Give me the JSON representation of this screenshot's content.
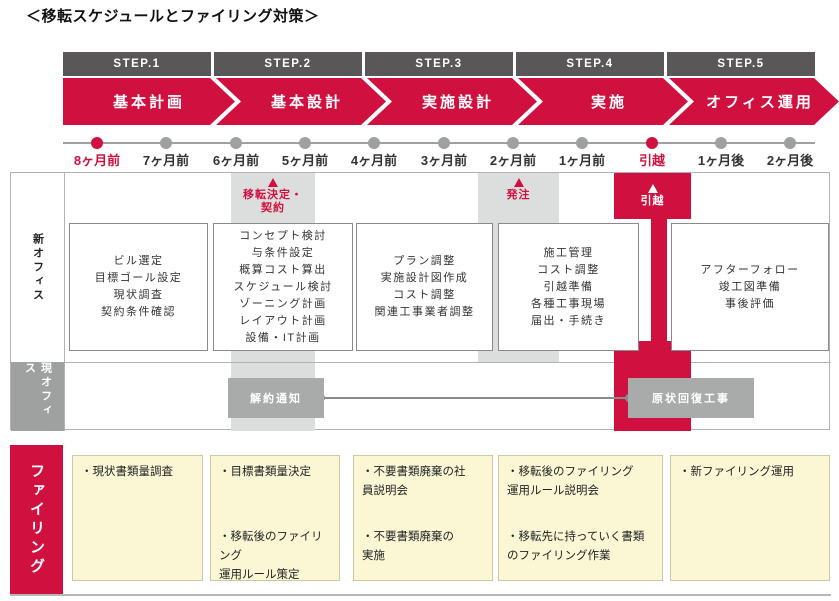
{
  "title": "＜移転スケジュールとファイリング対策＞",
  "steps": [
    {
      "step": "STEP.1",
      "phase": "基本計画"
    },
    {
      "step": "STEP.2",
      "phase": "基本設計"
    },
    {
      "step": "STEP.3",
      "phase": "実施設計"
    },
    {
      "step": "STEP.4",
      "phase": "実施"
    },
    {
      "step": "STEP.5",
      "phase": "オフィス運用"
    }
  ],
  "timeline": {
    "points": [
      {
        "label": "8ヶ月前",
        "highlight": true
      },
      {
        "label": "7ヶ月前",
        "highlight": false
      },
      {
        "label": "6ヶ月前",
        "highlight": false
      },
      {
        "label": "5ヶ月前",
        "highlight": false
      },
      {
        "label": "4ヶ月前",
        "highlight": false
      },
      {
        "label": "3ヶ月前",
        "highlight": false
      },
      {
        "label": "2ヶ月前",
        "highlight": false
      },
      {
        "label": "1ヶ月前",
        "highlight": false
      },
      {
        "label": "引越",
        "highlight": true
      },
      {
        "label": "1ヶ月後",
        "highlight": false
      },
      {
        "label": "2ヶ月後",
        "highlight": false
      }
    ]
  },
  "schedule": {
    "new_office": {
      "label": "新オフィス",
      "boxes": [
        {
          "text": "ビル選定\n目標ゴール設定\n現状調査\n契約条件確認"
        },
        {
          "text": "コンセプト検討\n与条件設定\n概算コスト算出\nスケジュール検討\nゾーニング計画\nレイアウト計画\n設備・IT計画"
        },
        {
          "text": "プラン調整\n実施設計図作成\nコスト調整\n関連工事業者調整"
        },
        {
          "text": "施工管理\nコスト調整\n引越準備\n各種工事現場\n届出・手続き"
        },
        {
          "text": "アフターフォロー\n竣工図準備\n事後評価"
        }
      ],
      "markers": [
        {
          "label": "移転決定・\n契約"
        },
        {
          "label": "発注"
        },
        {
          "label": "引越"
        }
      ]
    },
    "current_office": {
      "label": "現オフィス",
      "notice": "解約通知",
      "restoration": "原状回復工事"
    }
  },
  "filing": {
    "label": "ファイリング",
    "boxes": [
      {
        "items": [
          "・現状書類量調査",
          ""
        ]
      },
      {
        "items": [
          "・目標書類量決定",
          "・移転後のファイリング\n運用ルール策定"
        ]
      },
      {
        "items": [
          "・不要書類廃棄の社\n員説明会",
          "・不要書類廃棄の\n実施"
        ]
      },
      {
        "items": [
          "・移転後のファイリング\n運用ルール説明会",
          "・移転先に持っていく書類\nのファイリング作業"
        ]
      },
      {
        "items": [
          "・新ファイリング運用",
          ""
        ]
      }
    ]
  },
  "colors": {
    "accent_red": "#d0113f",
    "step_header_gray": "#595757",
    "band_gray": "#dcdddd",
    "box_gray": "#a9aaaa",
    "timeline_gray": "#9fa0a0",
    "filing_yellow": "#fbf7d5"
  }
}
